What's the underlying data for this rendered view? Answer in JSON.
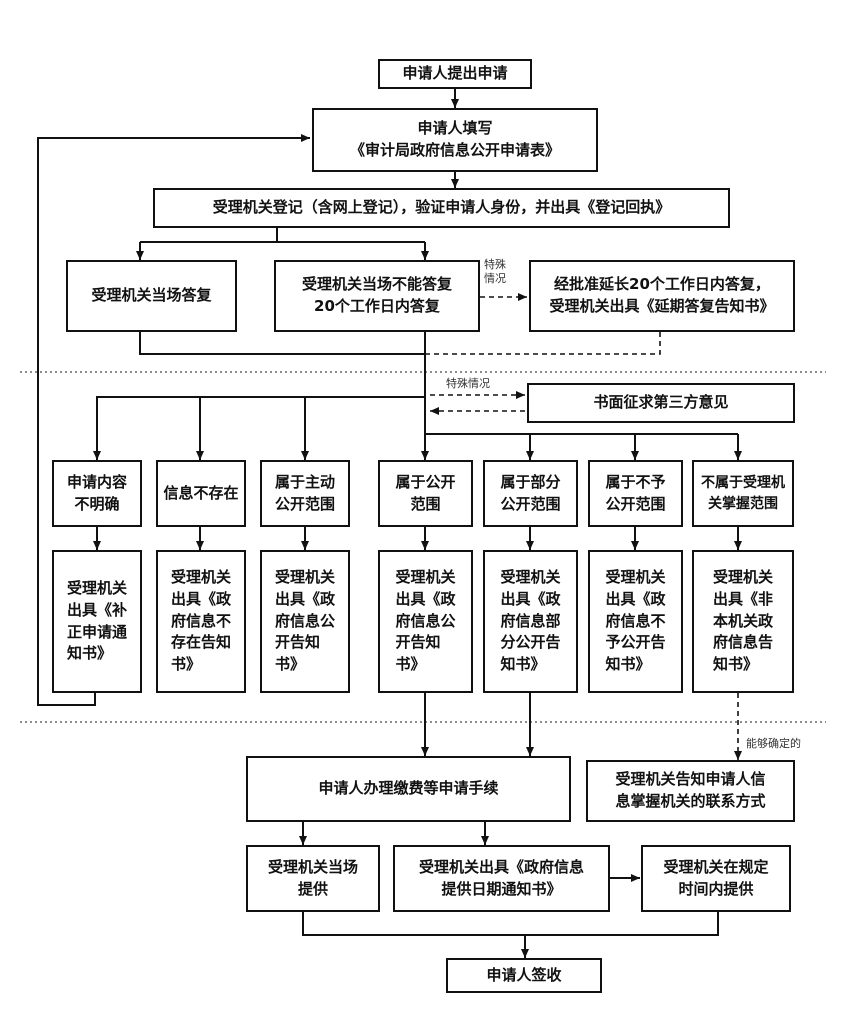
{
  "nodes": {
    "submit": "申请人提出申请",
    "fill": "申请人填写\n《审计局政府信息公开申请表》",
    "register": "受理机关登记（含网上登记），验证申请人身份，并出具《登记回执》",
    "reply_on_site": "受理机关当场答复",
    "reply_20days": "受理机关当场不能答复\n20个工作日内答复",
    "extend": "经批准延长20个工作日内答复，\n受理机关出具《延期答复告知书》",
    "third_party": "书面征求第三方意见",
    "unclear": "申请内容\n不明确",
    "not_exist": "信息不存在",
    "active_scope": "属于主动\n公开范围",
    "public_scope": "属于公开\n范围",
    "partial_scope": "属于部分\n公开范围",
    "no_disclose_scope": "属于不予\n公开范围",
    "not_held_scope": "不属于受理机\n关掌握范围",
    "notice_correct": "受理机关\n出具《补\n正申请通\n知书》",
    "notice_not_exist": "受理机关\n出具《政\n府信息不\n存在告知\n书》",
    "notice_active": "受理机关\n出具《政\n府信息公\n开告知\n书》",
    "notice_public": "受理机关\n出具《政\n府信息公\n开告知\n书》",
    "notice_partial": "受理机关\n出具《政\n府信息部\n分公开告\n知书》",
    "notice_no_disclose": "受理机关\n出具《政\n府信息不\n予公开告\n知书》",
    "notice_not_held": "受理机关\n出具《非\n本机关政\n府信息告\n知书》",
    "pay_fees": "申请人办理缴费等申请手续",
    "inform_contact": "受理机关告知申请人信\n息掌握机关的联系方式",
    "provide_on_site": "受理机关当场\n提供",
    "notice_date": "受理机关出具《政府信息\n提供日期通知书》",
    "provide_in_time": "受理机关在规定\n时间内提供",
    "sign": "申请人签收"
  },
  "labels": {
    "special_1": "特殊\n情况",
    "special_2": "特殊情况",
    "determinable": "能够确定的"
  },
  "colors": {
    "line": "#111111",
    "divider": "#666666",
    "label": "#333333"
  }
}
